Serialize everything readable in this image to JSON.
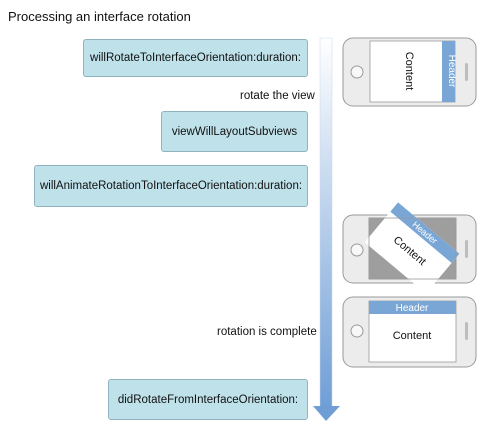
{
  "title": "Processing an interface rotation",
  "steps": [
    {
      "label": "willRotateToInterfaceOrientation:duration:"
    },
    {
      "label": "viewWillLayoutSubviews"
    },
    {
      "label": "willAnimateRotationToInterfaceOrientation:duration:"
    },
    {
      "label": "didRotateFromInterfaceOrientation:"
    }
  ],
  "notes": {
    "rotate": "rotate the view",
    "complete": "rotation is complete"
  },
  "devices": {
    "portrait": {
      "header": "Header",
      "content": "Content"
    },
    "rotating": {
      "header": "Header",
      "content": "Content"
    },
    "landscape": {
      "header": "Header",
      "content": "Content"
    }
  },
  "colors": {
    "box_fill": "#bfe1ea",
    "header_fill": "#7aa6d6",
    "arrow": "#6f9ed6"
  }
}
